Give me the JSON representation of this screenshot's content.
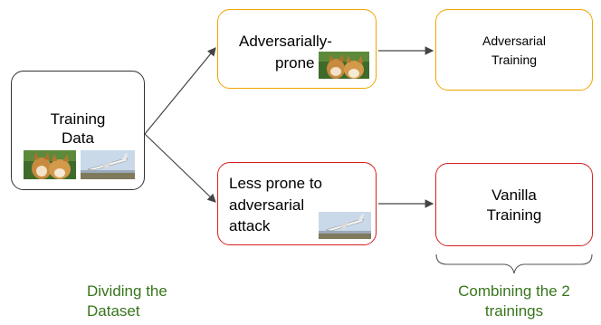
{
  "nodes": {
    "training_data": {
      "line1": "Training",
      "line2": "Data"
    },
    "adversarially_prone": {
      "line1": "Adversarially-",
      "line2": "prone"
    },
    "adversarial_training": {
      "line1": "Adversarial",
      "line2": "Training"
    },
    "less_prone": {
      "line1": "Less prone to",
      "line2": "adversarial",
      "line3": "attack"
    },
    "vanilla_training": {
      "line1": "Vanilla",
      "line2": "Training"
    }
  },
  "captions": {
    "dividing": {
      "line1": "Dividing the",
      "line2": "Dataset"
    },
    "combining": {
      "line1": "Combining the 2",
      "line2": "trainings"
    }
  },
  "colors": {
    "orange_border": "#f0a500",
    "red_border": "#d62020",
    "caption_green": "#38761d"
  },
  "images": {
    "dogs": "dogs-photo",
    "airplane": "airplane-takeoff-photo"
  }
}
